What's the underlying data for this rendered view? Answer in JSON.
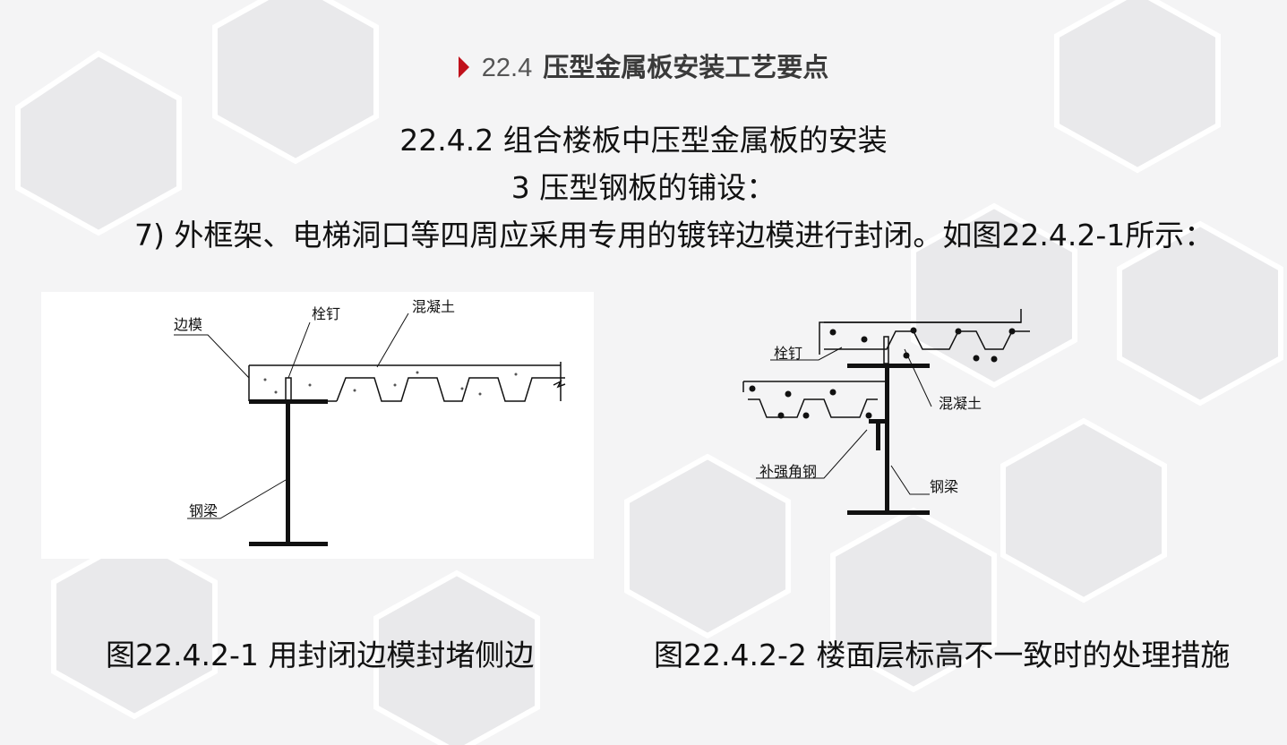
{
  "header": {
    "number": "22.4",
    "title": "压型金属板安装工艺要点"
  },
  "body": {
    "line1": "22.4.2  组合楼板中压型金属板的安装",
    "line2": "3  压型钢板的铺设：",
    "line3": "7) 外框架、电梯洞口等四周应采用专用的镀锌边模进行封闭。如图22.4.2-1所示："
  },
  "figure1": {
    "labels": {
      "edge_form": "边模",
      "stud": "栓钉",
      "concrete": "混凝土",
      "steel_beam": "钢梁"
    },
    "caption": "图22.4.2-1  用封闭边模封堵侧边"
  },
  "figure2": {
    "labels": {
      "stud": "栓钉",
      "concrete": "混凝土",
      "angle": "补强角钢",
      "steel_beam": "钢梁"
    },
    "caption": "图22.4.2-2  楼面层标高不一致时的处理措施"
  },
  "colors": {
    "accent": "#c0111b",
    "header_text": "#555555"
  }
}
